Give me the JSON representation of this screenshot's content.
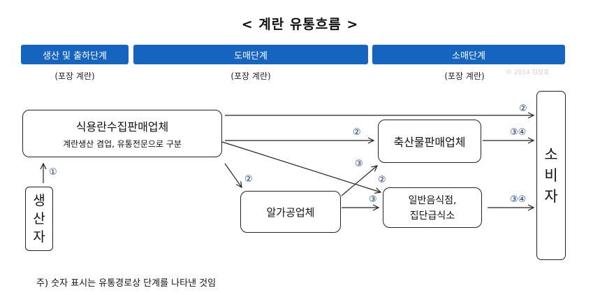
{
  "title": "< 계란 유통흐름 >",
  "stages": [
    {
      "label": "생산 및 출하단계",
      "package": "(포장 계란)"
    },
    {
      "label": "도매단계",
      "package": "(포장 계란)"
    },
    {
      "label": "소매단계",
      "package": "(포장 계란)"
    }
  ],
  "watermark": "© 2014 김상효",
  "nodes": {
    "wholesaler": {
      "name": "식용란수집판매업체",
      "sub": "계란생산 겸업, 유통전문으로 구분"
    },
    "producer": {
      "name": "생산자",
      "chars": [
        "생",
        "산",
        "자"
      ]
    },
    "processor": {
      "name": "알가공업체"
    },
    "livestock_store": {
      "name": "축산물판매업체"
    },
    "restaurant": {
      "line1": "일반음식점,",
      "line2": "집단급식소"
    },
    "consumer": {
      "name": "소비자",
      "chars": [
        "소",
        "비",
        "자"
      ]
    }
  },
  "step_labels": {
    "producer_to_wholesaler": "①",
    "wholesaler_to_consumer": "②",
    "wholesaler_to_store": "②",
    "wholesaler_to_processor": "②",
    "wholesaler_to_restaurant": "②",
    "processor_to_store": "③",
    "processor_to_restaurant": "③",
    "store_to_consumer": "③④",
    "restaurant_to_consumer": "③④"
  },
  "note": "주) 숫자 표시는 유통경로상 단계를 나타낸 것임",
  "colors": {
    "stage_bar": "#1565c0",
    "stage_text": "#ffffff",
    "line": "#222222"
  }
}
